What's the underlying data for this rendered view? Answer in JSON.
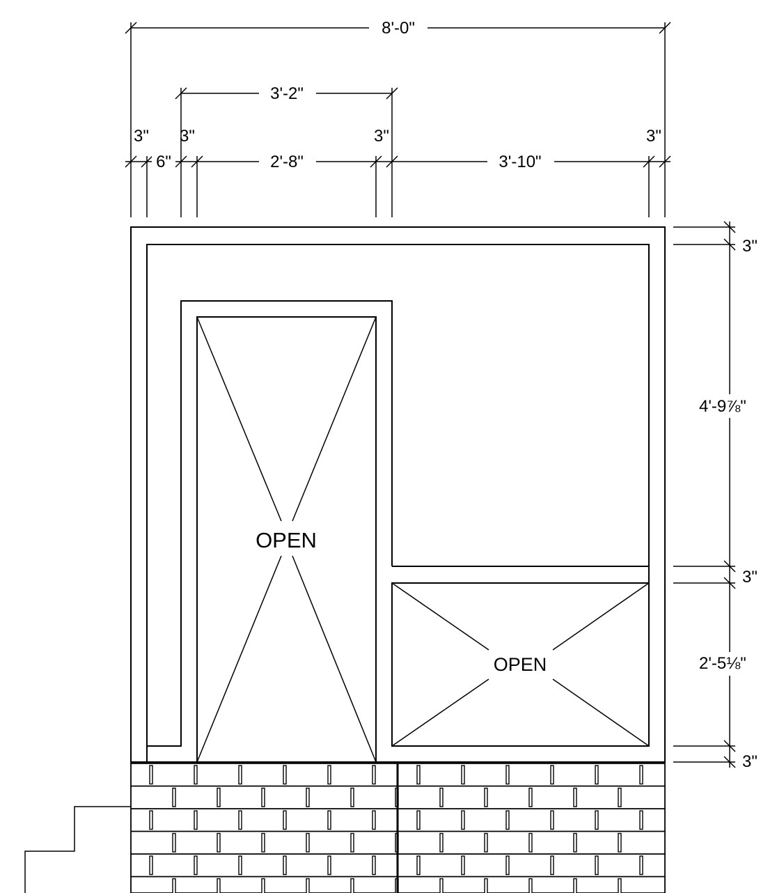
{
  "dimensions": {
    "overall_width": "8'-0\"",
    "door_span": "3'-2\"",
    "left_jamb_a": "3\"",
    "left_gap": "6\"",
    "left_jamb_b": "3\"",
    "door_width": "2'-8\"",
    "mid_jamb": "3\"",
    "window_width": "3'-10\"",
    "right_jamb": "3\"",
    "top_head": "3\"",
    "upper_height": "4'-9⅞\"",
    "mid_sill": "3\"",
    "window_height": "2'-5⅛\"",
    "bottom_sill": "3\""
  },
  "labels": {
    "door": "OPEN",
    "window": "OPEN"
  }
}
